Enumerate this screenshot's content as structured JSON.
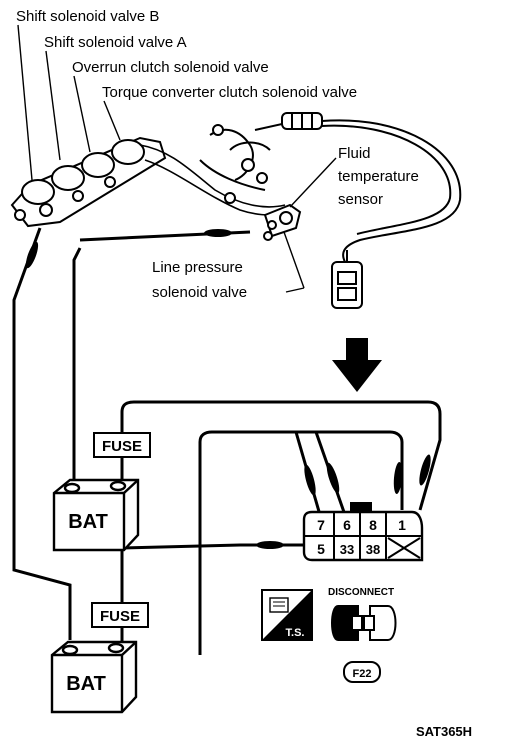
{
  "labels": {
    "shift_b": "Shift solenoid valve B",
    "shift_a": "Shift solenoid valve A",
    "overrun": "Overrun clutch solenoid valve",
    "torque": "Torque converter clutch solenoid valve",
    "fluid_line1": "Fluid",
    "fluid_line2": "temperature",
    "fluid_line3": "sensor",
    "line_pressure_line1": "Line pressure",
    "line_pressure_line2": "solenoid valve"
  },
  "fuse_label": "FUSE",
  "battery_label": "BAT",
  "connector_pins": [
    "7",
    "6",
    "8",
    "1",
    "5",
    "33",
    "38"
  ],
  "disconnect_label": "DISCONNECT",
  "ts_label": "T.S.",
  "connector_id": "F22",
  "figure_id": "SAT365H"
}
